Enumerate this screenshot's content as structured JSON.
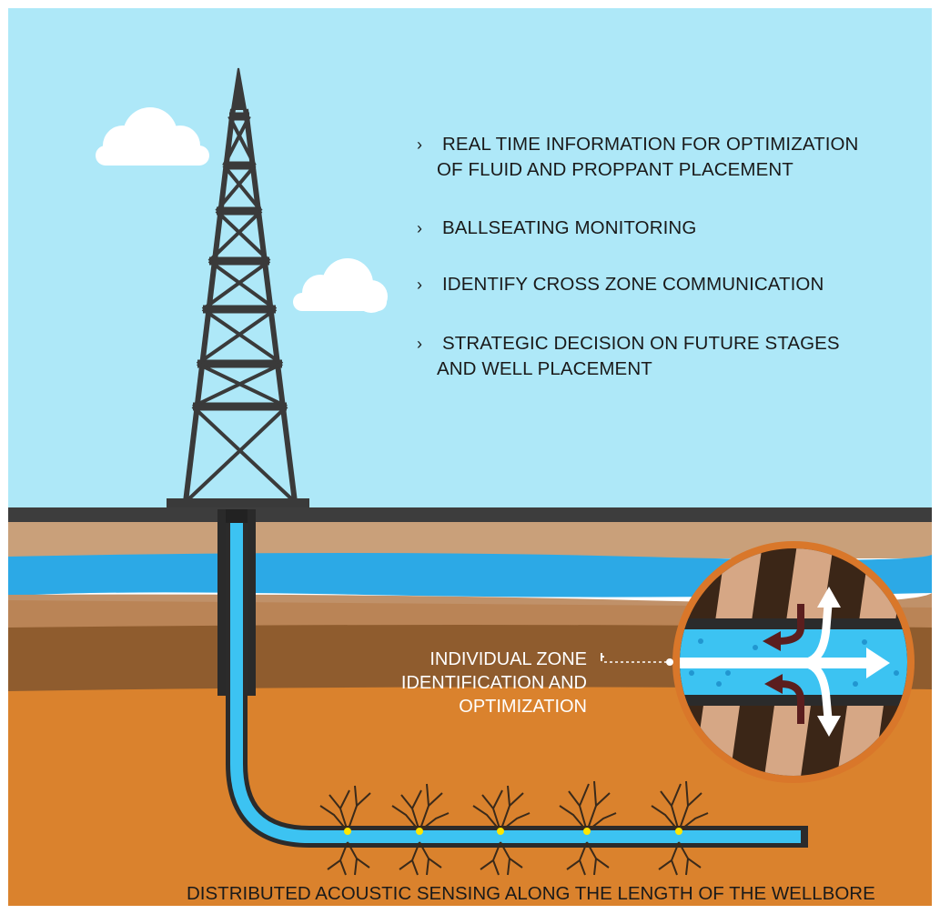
{
  "bullets": [
    {
      "mark": "›",
      "line1": "REAL TIME INFORMATION FOR OPTIMIZATION",
      "line2": "OF FLUID AND PROPPANT PLACEMENT"
    },
    {
      "mark": "›",
      "line1": "BALLSEATING MONITORING",
      "line2": ""
    },
    {
      "mark": "›",
      "line1": "IDENTIFY CROSS ZONE COMMUNICATION",
      "line2": ""
    },
    {
      "mark": "›",
      "line1": "STRATEGIC DECISION ON FUTURE STAGES",
      "line2": "AND WELL PLACEMENT"
    }
  ],
  "callout": {
    "line1": "INDIVIDUAL ZONE",
    "line2": "IDENTIFICATION AND",
    "line3": "OPTIMIZATION"
  },
  "footer": "DISTRIBUTED ACOUSTIC SENSING ALONG THE LENGTH OF THE WELLBORE",
  "colors": {
    "sky": "#AEE8F8",
    "ground_line": "#3D3D3D",
    "soil_light": "#C9A07A",
    "water": "#2CA9E6",
    "soil_mid": "#B57B4A",
    "soil_dark": "#8F5C2E",
    "soil_orange": "#DA822D",
    "pipe_fluid": "#3CC3F2",
    "derrick": "#3A3A3A",
    "zoom_ring": "#D9772A",
    "sensor": "#FFE600"
  }
}
